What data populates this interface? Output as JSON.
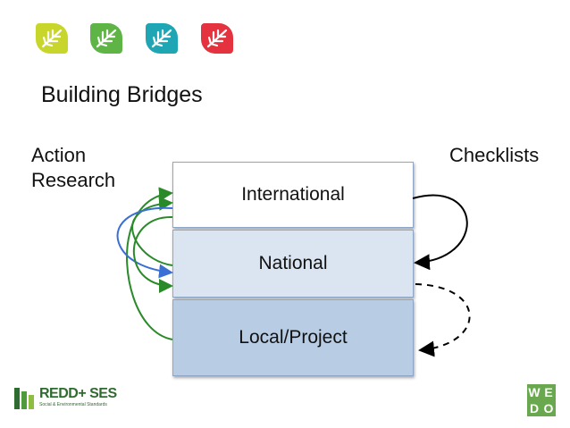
{
  "slide": {
    "title": "Building Bridges",
    "left_label": "Action Research",
    "right_label": "Checklists"
  },
  "levels": [
    {
      "label": "International",
      "color": "#ffffff"
    },
    {
      "label": "National",
      "color": "#dbe5f1"
    },
    {
      "label": "Local/Project",
      "color": "#b8cce4"
    }
  ],
  "leaf_icons": [
    {
      "icon": "leaf-icon",
      "color": "#c8d62b"
    },
    {
      "icon": "leaf-icon",
      "color": "#5fb446"
    },
    {
      "icon": "leaf-icon",
      "color": "#1fa6b5"
    },
    {
      "icon": "leaf-icon",
      "color": "#e5323f"
    }
  ],
  "arrow_colors": {
    "action_green": "#2a8a2a",
    "action_blue": "#3a6fd4",
    "checklist": "#000000"
  },
  "logos": {
    "redd": {
      "name": "REDD+ SES",
      "tagline": "Social & Environmental Standards",
      "color": "#2e6b2e"
    },
    "wedo": {
      "letters": [
        "W",
        "E",
        "D",
        "O"
      ],
      "color": "#6aa84f"
    }
  }
}
